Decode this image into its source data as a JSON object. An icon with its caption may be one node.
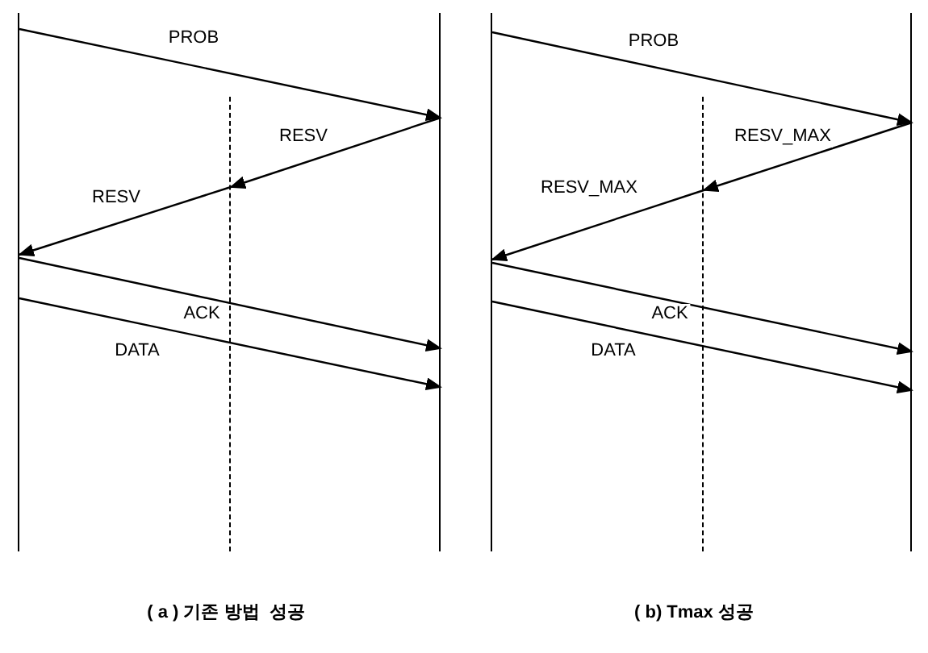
{
  "diagram": {
    "nodes": [
      {
        "text": [],
        "shape": "line"
      },
      {
        "text": [],
        "shape": "line"
      },
      {
        "text": [],
        "shape": "line"
      },
      {
        "text": [],
        "shape": "line"
      },
      {
        "text": [],
        "shape": "line"
      },
      {
        "text": [],
        "shape": "line"
      }
    ],
    "edges": [
      {
        "from": 0,
        "to": 2,
        "arrow": "to",
        "label": "PROB"
      },
      {
        "from": 2,
        "to": 1,
        "arrow": "to",
        "label": "RESV"
      },
      {
        "from": 1,
        "to": 0,
        "arrow": "to",
        "label": "RESV"
      },
      {
        "from": 0,
        "to": 2,
        "arrow": "to",
        "label": "ACK"
      },
      {
        "from": 0,
        "to": 2,
        "arrow": "to",
        "label": "DATA"
      },
      {
        "from": 3,
        "to": 5,
        "arrow": "to",
        "label": "PROB"
      },
      {
        "from": 5,
        "to": 4,
        "arrow": "to",
        "label": "RESV_MAX"
      },
      {
        "from": 4,
        "to": 3,
        "arrow": "to",
        "label": "RESV_MAX"
      },
      {
        "from": 3,
        "to": 5,
        "arrow": "to",
        "label": "ACK"
      },
      {
        "from": 3,
        "to": 5,
        "arrow": "to",
        "label": "DATA"
      }
    ],
    "labels": [
      "( a ) 기존 방법  성공",
      "( b) Tmax 성공"
    ]
  }
}
